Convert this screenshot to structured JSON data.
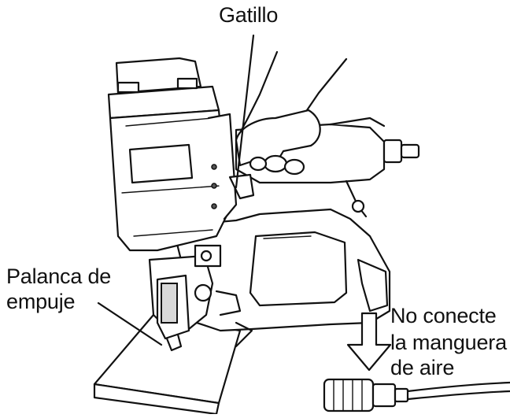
{
  "labels": {
    "trigger": "Gatillo",
    "push_lever_line1": "Palanca de",
    "push_lever_line2": "empuje",
    "warning_line1": "No conecte",
    "warning_line2": "la manguera",
    "warning_line3": "de aire"
  },
  "illustration": {
    "subject": "coil-nailer-tool",
    "style": "black-line-drawing",
    "colors": {
      "ink": "#111111",
      "background": "#ffffff",
      "shade": "#d9d9d9"
    }
  }
}
